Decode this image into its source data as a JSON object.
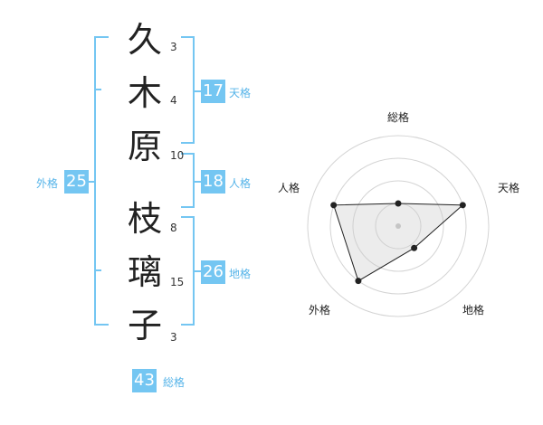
{
  "name": {
    "characters": [
      {
        "char": "久",
        "strokes": "3"
      },
      {
        "char": "木",
        "strokes": "4"
      },
      {
        "char": "原",
        "strokes": "10"
      },
      {
        "char": "枝",
        "strokes": "8"
      },
      {
        "char": "璃",
        "strokes": "15"
      },
      {
        "char": "子",
        "strokes": "3"
      }
    ]
  },
  "fortune": {
    "tenkaku": {
      "value": "17",
      "label": "天格"
    },
    "jinkaku": {
      "value": "18",
      "label": "人格"
    },
    "chikaku": {
      "value": "26",
      "label": "地格"
    },
    "gaikaku": {
      "value": "25",
      "label": "外格"
    },
    "soukaku": {
      "value": "43",
      "label": "総格"
    }
  },
  "colors": {
    "accent": "#74c6f2",
    "accent_text": "#56b4e9",
    "ink": "#222222"
  },
  "chart_data": {
    "type": "radar",
    "axes": [
      "総格",
      "天格",
      "地格",
      "外格",
      "人格"
    ],
    "values": [
      0.25,
      0.75,
      0.3,
      0.75,
      0.75
    ],
    "rings": 4
  }
}
